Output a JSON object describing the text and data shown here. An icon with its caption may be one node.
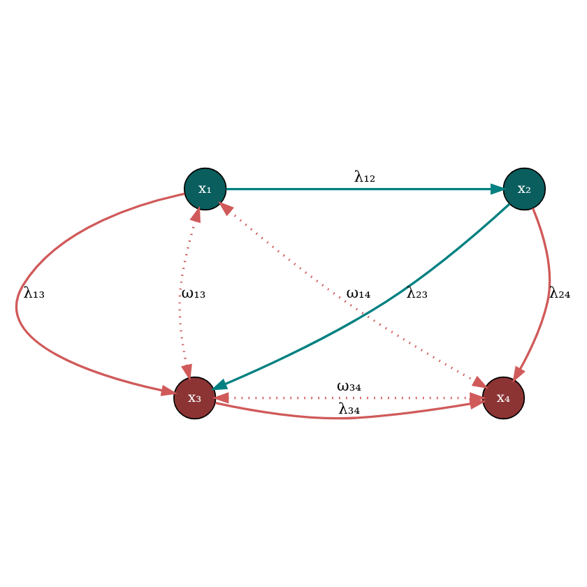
{
  "diagram": {
    "nodes": [
      {
        "text": [
          "x₁"
        ]
      },
      {
        "text": [
          "x₂"
        ]
      },
      {
        "text": [
          "x₃"
        ]
      },
      {
        "text": [
          "x₄"
        ]
      }
    ],
    "edges": [
      {
        "from": 0,
        "to": 1,
        "arrow": "to",
        "label": "λ₁₂",
        "color": "#008080"
      },
      {
        "from": 1,
        "to": 2,
        "arrow": "to",
        "label": "λ₂₃",
        "color": "#008080"
      },
      {
        "from": 0,
        "to": 2,
        "arrow": "to",
        "label": "λ₁₃"
      },
      {
        "from": 1,
        "to": 3,
        "arrow": "to",
        "label": "λ₂₄"
      },
      {
        "from": 2,
        "to": 3,
        "arrow": "to",
        "label": "λ₃₄"
      },
      {
        "from": 0,
        "to": 2,
        "arrow": "both",
        "label": "ω₁₃",
        "style": "dashed"
      },
      {
        "from": 0,
        "to": 3,
        "arrow": "both",
        "label": "ω₁₄",
        "style": "dashed"
      },
      {
        "from": 2,
        "to": 3,
        "arrow": "both",
        "label": "ω₃₄",
        "style": "dashed"
      }
    ]
  }
}
